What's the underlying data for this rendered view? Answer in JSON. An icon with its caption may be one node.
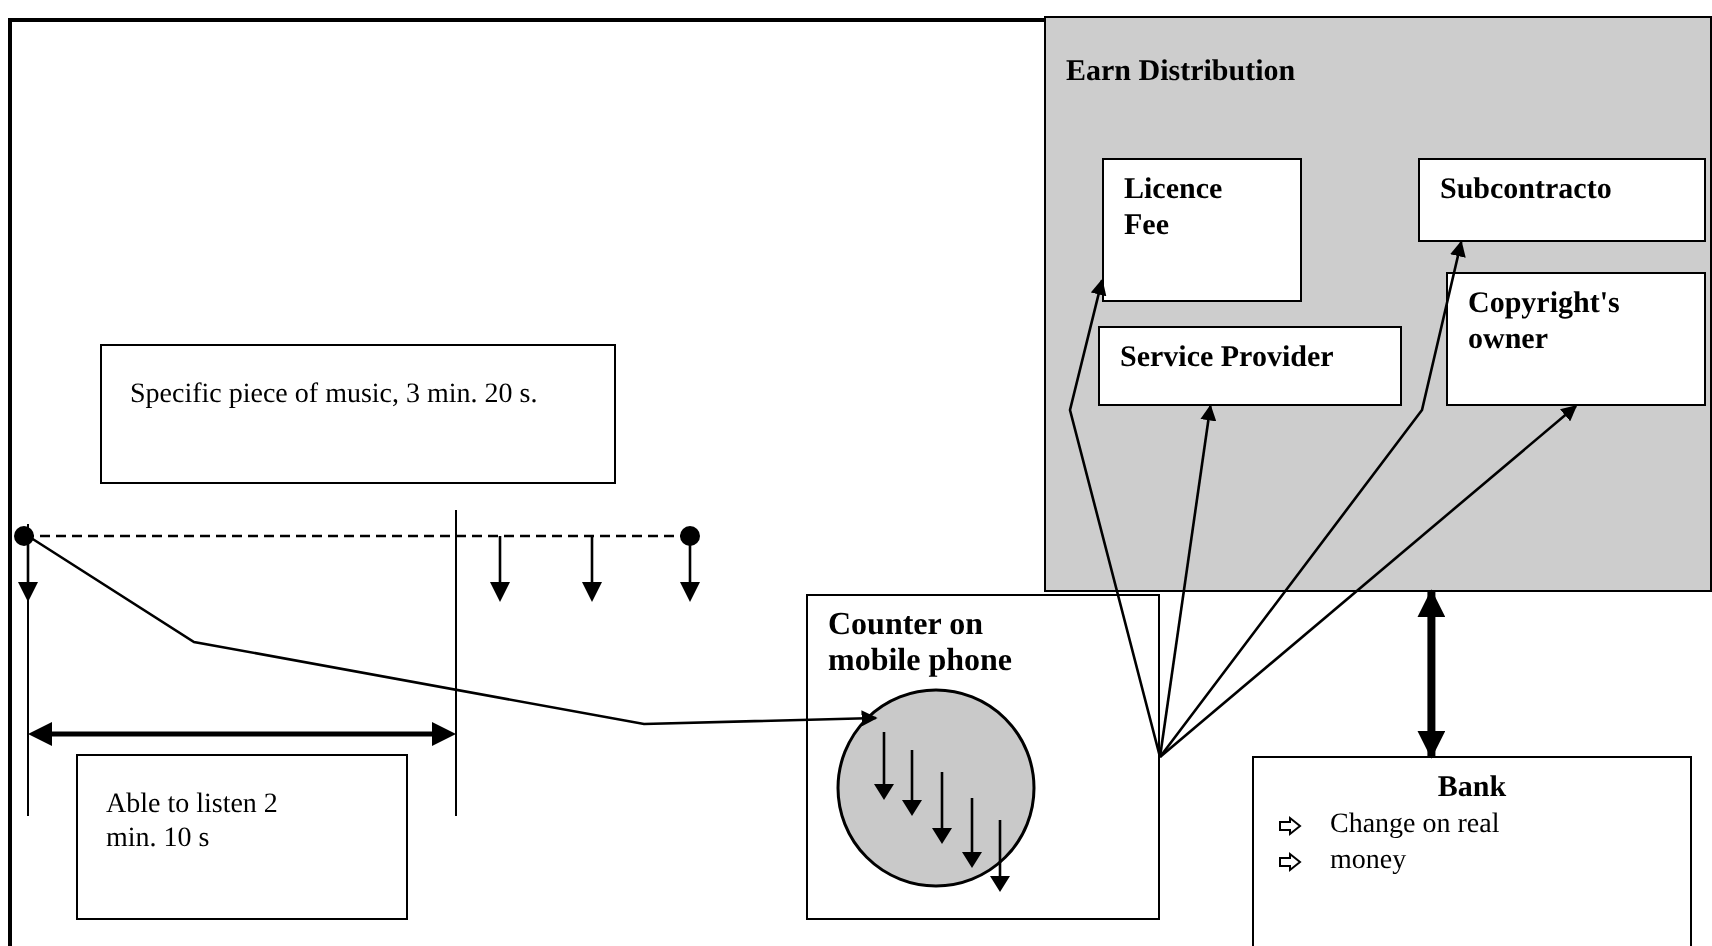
{
  "diagram": {
    "nodes": [
      {
        "text": [
          "Earn Distribution"
        ]
      },
      {
        "text": [
          "Licence Fee"
        ],
        "in": 0
      },
      {
        "text": [
          "Subcontracto"
        ],
        "in": 0
      },
      {
        "text": [
          "Service Provider"
        ],
        "in": 0
      },
      {
        "text": [
          "Copyright's owner"
        ],
        "in": 0
      },
      {
        "text": [
          "Specific piece of music, 3 min. 20 s."
        ]
      },
      {
        "text": [
          "Able to listen 2 min. 10 s"
        ]
      },
      {
        "text": [
          "Counter on mobile phone"
        ]
      },
      {
        "text": [],
        "shape": "circle",
        "in": 7
      },
      {
        "text": [
          "Bank",
          "Change on real",
          "money"
        ]
      }
    ],
    "edges": [
      {
        "from": null,
        "to": 8,
        "arrow": "to"
      },
      {
        "from": 7,
        "to": 1,
        "arrow": "to"
      },
      {
        "from": 7,
        "to": 3,
        "arrow": "to"
      },
      {
        "from": 7,
        "to": 2,
        "arrow": "to"
      },
      {
        "from": 7,
        "to": 4,
        "arrow": "to"
      },
      {
        "from": 0,
        "to": 9,
        "arrow": "both",
        "style": "thick"
      }
    ]
  }
}
